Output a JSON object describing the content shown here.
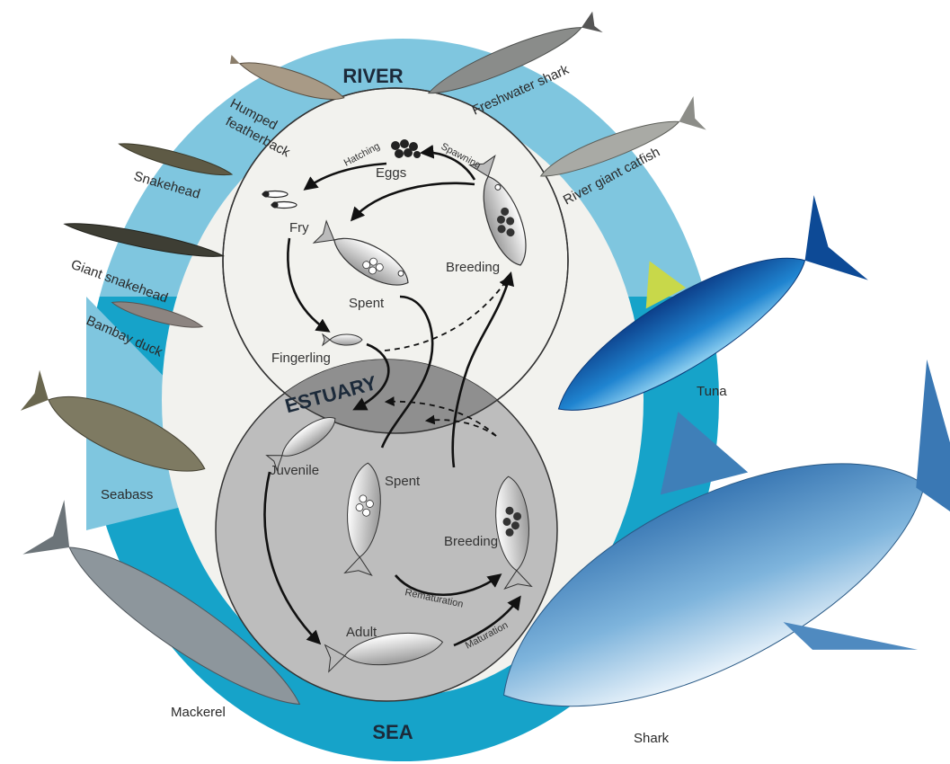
{
  "zones": {
    "river": "RIVER",
    "estuary": "ESTUARY",
    "sea": "SEA"
  },
  "river_cycle": {
    "hatching": "Hatching",
    "eggs": "Eggs",
    "spawning": "Spawning",
    "fry": "Fry",
    "spent": "Spent",
    "breeding": "Breeding",
    "fingerling": "Fingerling"
  },
  "sea_cycle": {
    "juvenile": "Juvenile",
    "spent": "Spent",
    "breeding": "Breeding",
    "rematuration": "Rematuration",
    "adult": "Adult",
    "maturation": "Maturation"
  },
  "species": {
    "humped_featherback_line1": "Humped",
    "humped_featherback_line2": "featherback",
    "freshwater_shark": "Freshwater shark",
    "snakehead": "Snakehead",
    "river_giant_catfish": "River giant catfish",
    "giant_snakehead": "Giant snakehead",
    "bambay_duck": "Bambay duck",
    "tuna": "Tuna",
    "seabass": "Seabass",
    "mackerel": "Mackerel",
    "shark": "Shark"
  },
  "colors": {
    "river_band": "#7fc6df",
    "sea_band": "#16a3c9",
    "river_inner": "#f2f2ee",
    "sea_inner": "#bdbdbd",
    "estuary_overlap": "#8f8f8f",
    "tuna": "#1f6fb8",
    "shark": "#5b93c2"
  },
  "icons": [
    "egg-cluster-icon",
    "fry-icon",
    "fish-icon",
    "arrow-icon"
  ]
}
